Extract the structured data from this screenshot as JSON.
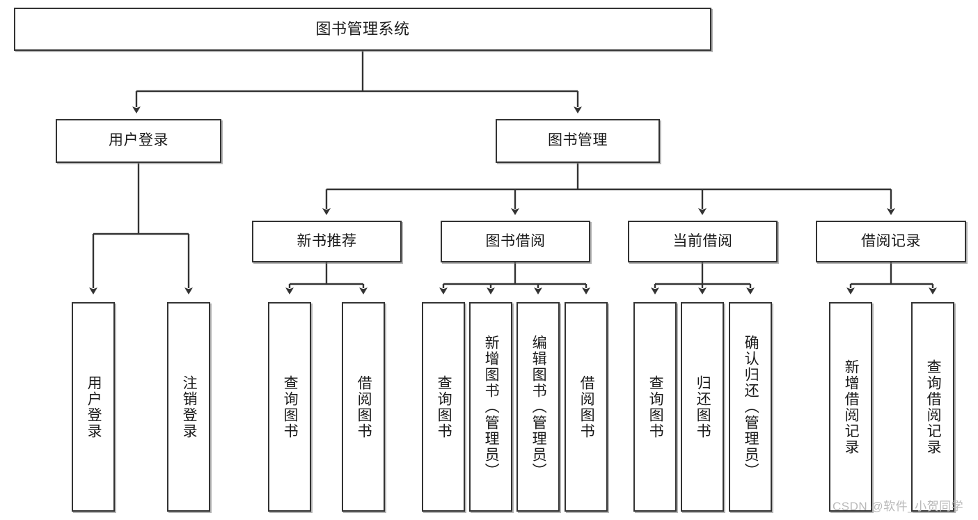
{
  "diagram": {
    "type": "tree",
    "title_node": {
      "label": "图书管理系统"
    },
    "level2": [
      {
        "label": "用户登录"
      },
      {
        "label": "图书管理"
      }
    ],
    "level3": [
      {
        "label": "新书推荐"
      },
      {
        "label": "图书借阅"
      },
      {
        "label": "当前借阅"
      },
      {
        "label": "借阅记录"
      }
    ],
    "leaves": {
      "user_login": [
        {
          "label": "用户登录"
        },
        {
          "label": "注销登录"
        }
      ],
      "new_book_recommend": [
        {
          "label": "查询图书"
        },
        {
          "label": "借阅图书"
        }
      ],
      "book_borrow": [
        {
          "label": "查询图书"
        },
        {
          "label": "新增图书（管理员）"
        },
        {
          "label": "编辑图书（管理员）"
        },
        {
          "label": "借阅图书"
        }
      ],
      "current_borrow": [
        {
          "label": "查询图书"
        },
        {
          "label": "归还图书"
        },
        {
          "label": "确认归还（管理员）"
        }
      ],
      "borrow_record": [
        {
          "label": "新增借阅记录"
        },
        {
          "label": "查询借阅记录"
        }
      ]
    }
  },
  "watermark": {
    "text": "CSDN @软件_小贺同学"
  },
  "colors": {
    "border": "#333333",
    "background": "#ffffff",
    "text": "#1a1a1a",
    "connector": "#333333",
    "watermark": "#b9b9b9"
  }
}
